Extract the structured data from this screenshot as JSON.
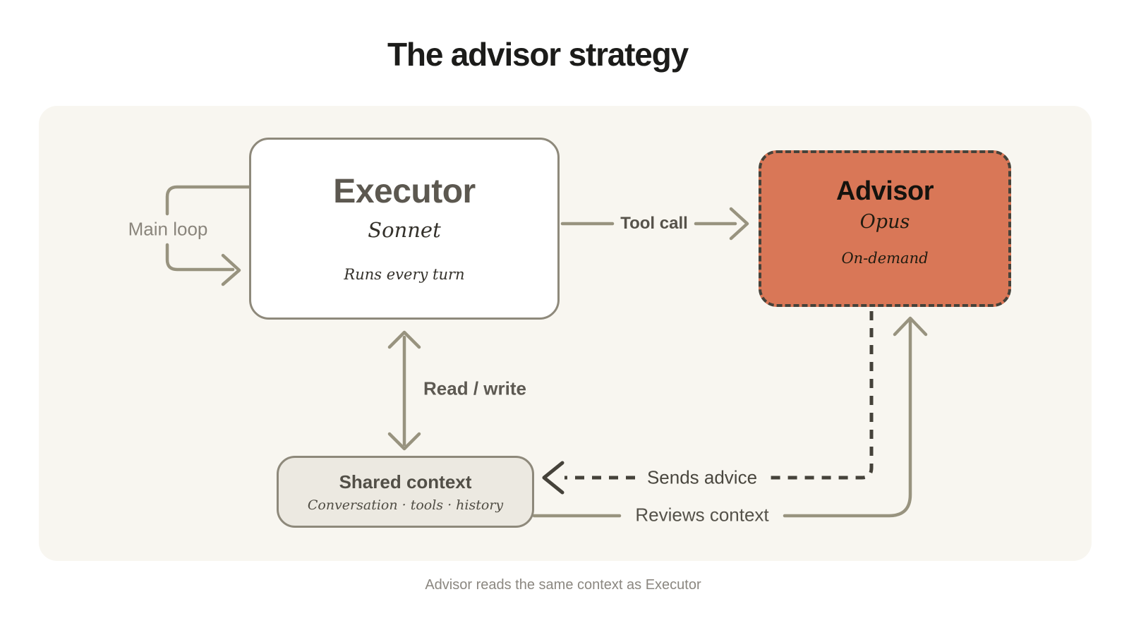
{
  "title": "The advisor strategy",
  "caption": "Advisor reads the same context as Executor",
  "nodes": {
    "executor": {
      "title": "Executor",
      "model": "Sonnet",
      "note": "Runs every turn"
    },
    "advisor": {
      "title": "Advisor",
      "model": "Opus",
      "note": "On-demand"
    },
    "shared_context": {
      "title": "Shared context",
      "detail": "Conversation · tools · history"
    }
  },
  "edges": {
    "main_loop": {
      "label": "Main loop"
    },
    "tool_call": {
      "label": "Tool call"
    },
    "read_write": {
      "label": "Read / write"
    },
    "sends_advice": {
      "label": "Sends advice"
    },
    "reviews_context": {
      "label": "Reviews context"
    }
  },
  "colors": {
    "advisor_fill": "#d97757",
    "panel_bg": "#f8f6f0",
    "shared_fill": "#ece9e1",
    "line_gray": "#98937f",
    "line_dark": "#45423a",
    "border_gray": "#8e897b"
  }
}
